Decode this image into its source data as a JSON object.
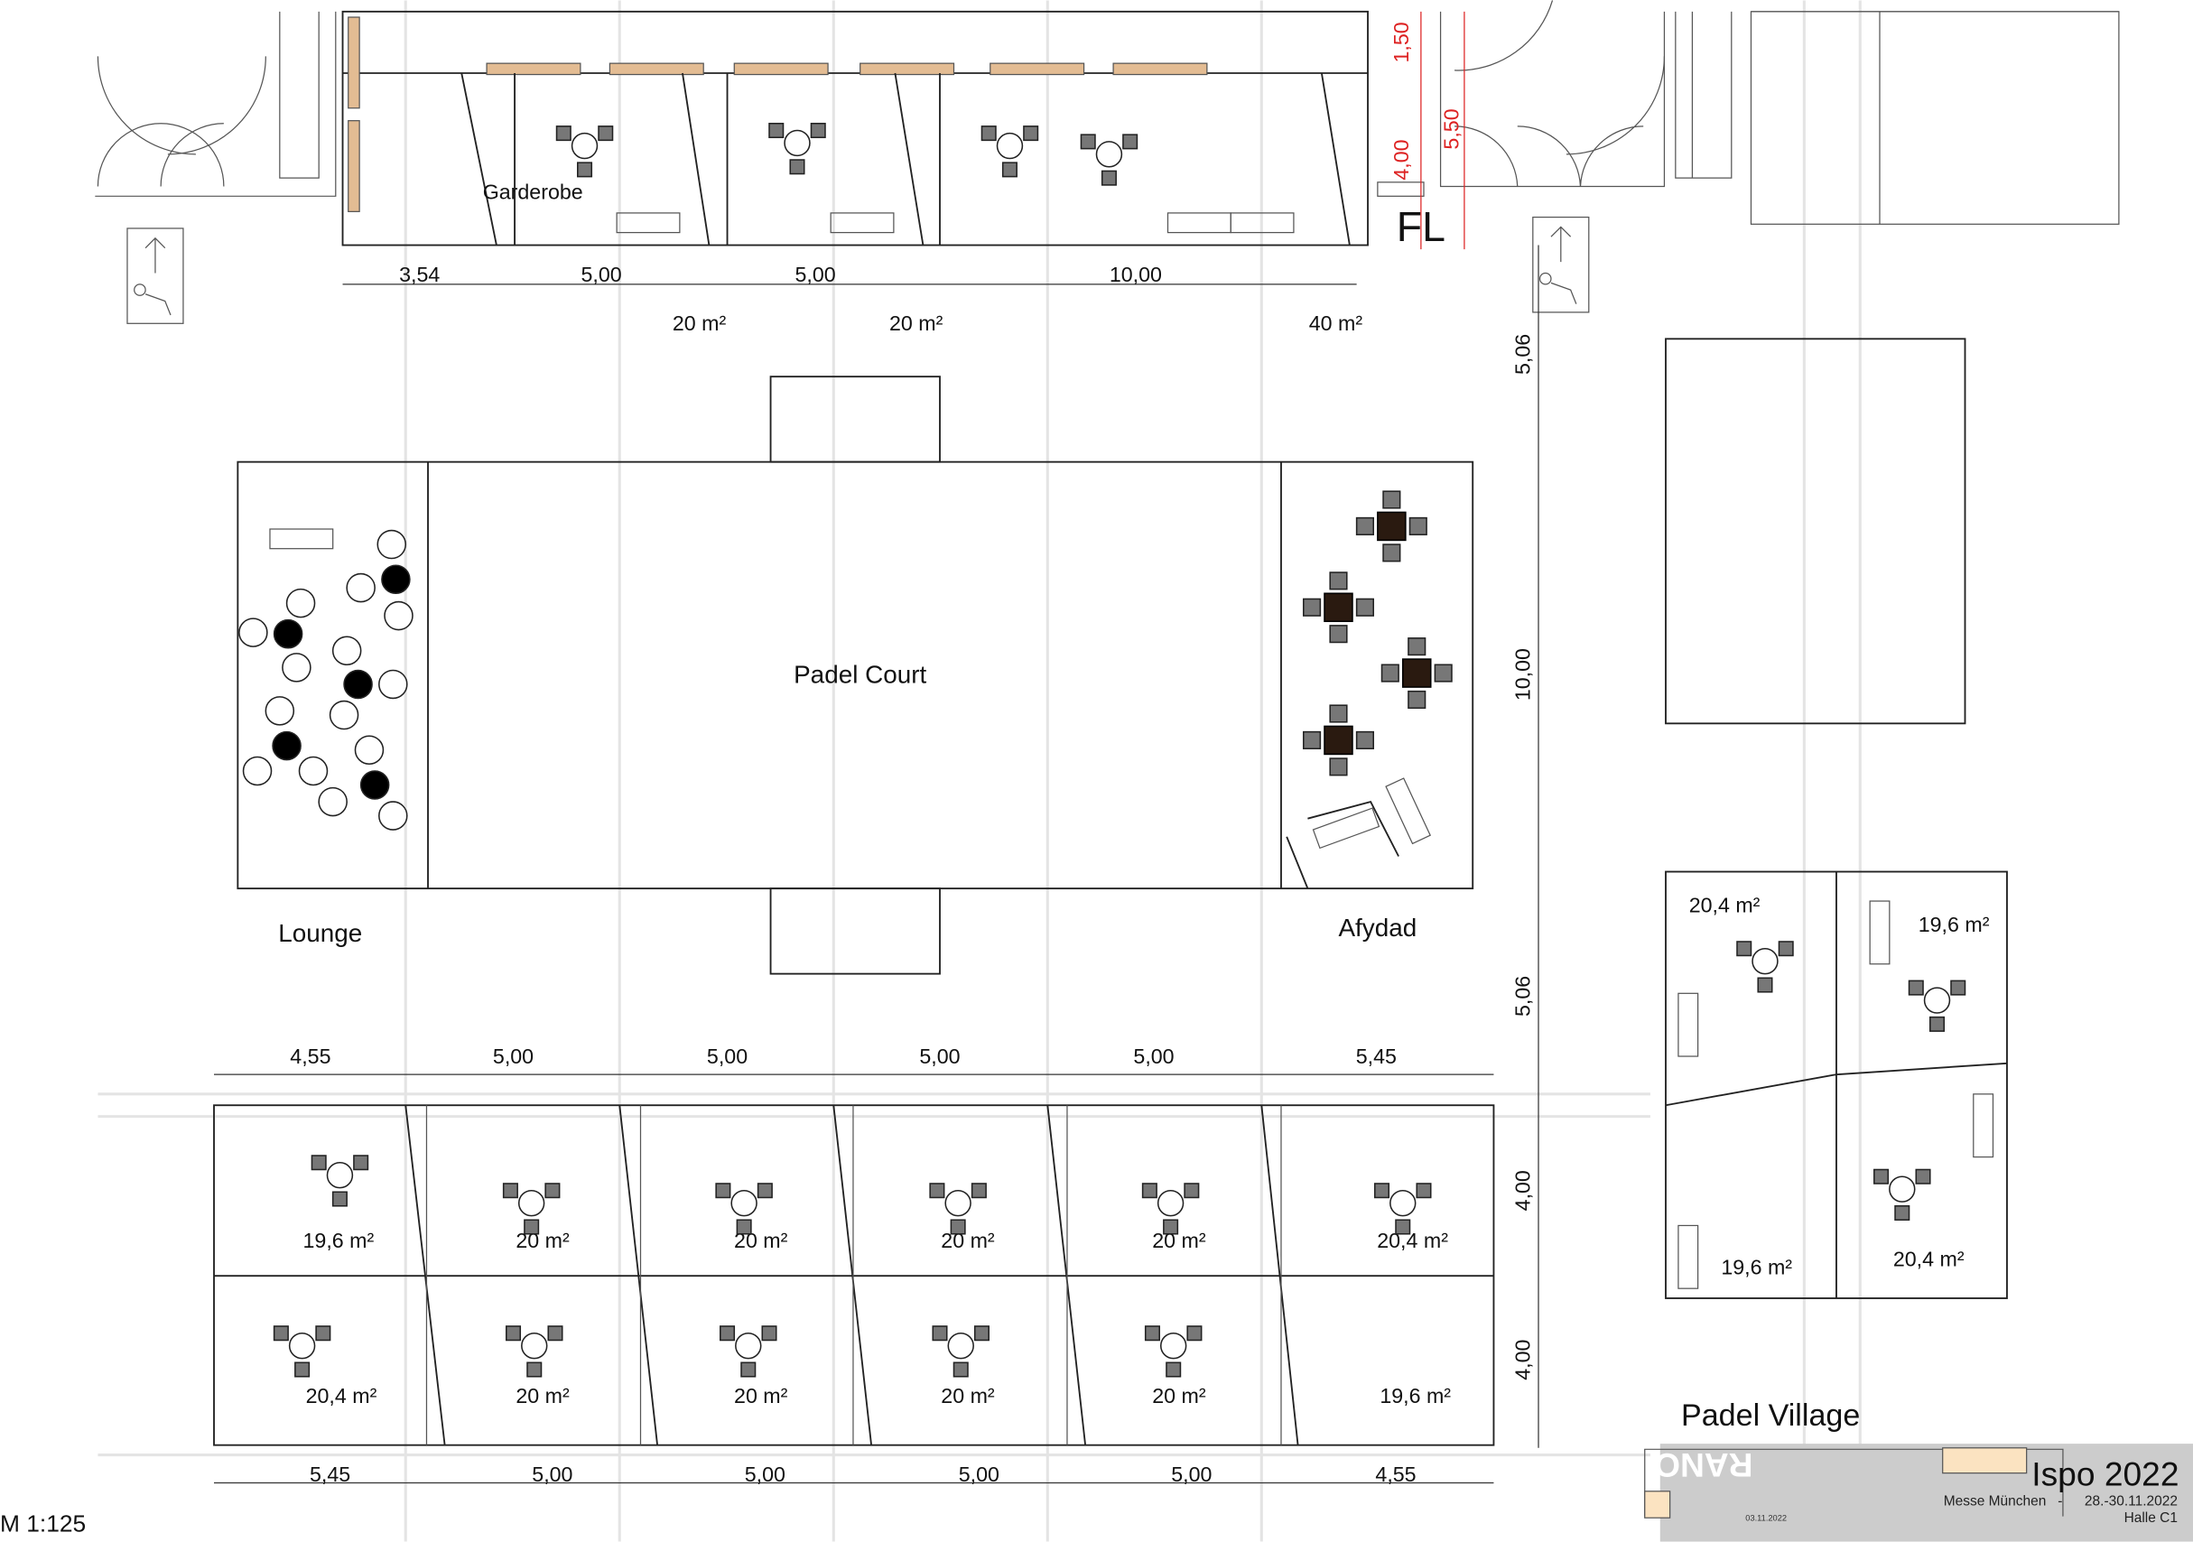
{
  "plan": {
    "scale": "M 1:125",
    "title": "Padel Village",
    "labels": {
      "garderobe": "Garderobe",
      "padel_court": "Padel Court",
      "lounge": "Lounge",
      "afydad": "Afydad",
      "fl": "FL"
    },
    "top_dims": [
      "3,54",
      "5,00",
      "5,00",
      "10,00"
    ],
    "top_areas": [
      "20 m²",
      "20 m²",
      "40 m²"
    ],
    "red_dims": [
      "1,50",
      "4,00",
      "5,50"
    ],
    "vertical_dims": [
      "5,06",
      "10,00",
      "5,06",
      "4,00",
      "4,00"
    ],
    "bottom_top_dims": [
      "4,55",
      "5,00",
      "5,00",
      "5,00",
      "5,00",
      "5,45"
    ],
    "bottom_bottom_dims": [
      "5,45",
      "5,00",
      "5,00",
      "5,00",
      "5,00",
      "4,55"
    ],
    "row1_areas": [
      "19,6 m²",
      "20 m²",
      "20 m²",
      "20 m²",
      "20 m²",
      "20,4 m²"
    ],
    "row2_areas": [
      "20,4 m²",
      "20 m²",
      "20 m²",
      "20 m²",
      "20 m²",
      "19,6 m²"
    ],
    "right_areas": [
      "20,4 m²",
      "19,6 m²",
      "19,6 m²",
      "20,4 m²"
    ]
  },
  "title_block": {
    "logo": "RANO",
    "date": "03.11.2022",
    "event": "Ispo 2022",
    "venue": "Messe München",
    "separator": "-",
    "dates": "28.-30.11.2022",
    "hall": "Halle C1"
  },
  "colors": {
    "accent": "#fbe3c1",
    "dimension_red": "#dd2222",
    "title_block_bg": "#cccccc"
  }
}
